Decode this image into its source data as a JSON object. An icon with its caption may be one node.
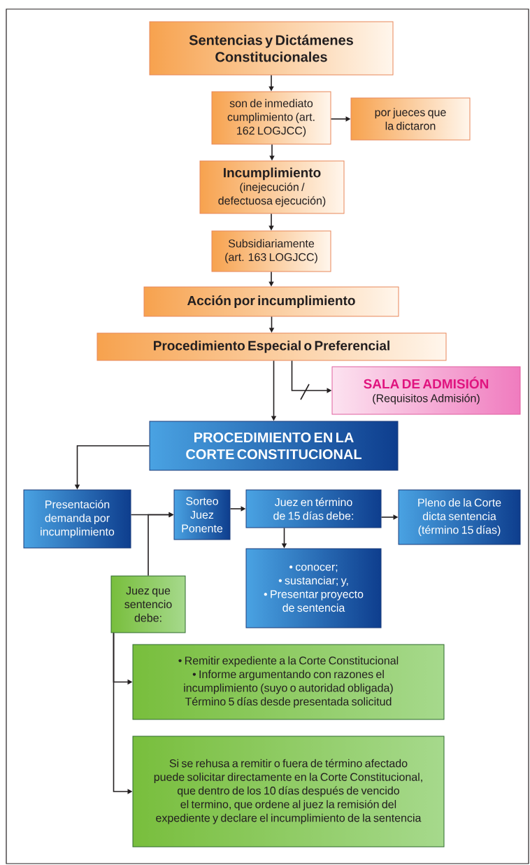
{
  "diagram": {
    "nodes": [
      {
        "text": [
          "Sentencias y Dictámenes Constitucionales"
        ]
      },
      {
        "text": [
          "son de inmediato cumplimiento (art. 162 LOGJCC)"
        ]
      },
      {
        "text": [
          "por jueces que la dictaron"
        ]
      },
      {
        "text": [
          "Incumplimiento",
          "(inejecución / defectuosa ejecución)"
        ]
      },
      {
        "text": [
          "Subsidiariamente (art. 163 LOGJCC)"
        ]
      },
      {
        "text": [
          "Acción por incumplimiento"
        ]
      },
      {
        "text": [
          "Procedimiento Especial o Preferencial"
        ]
      },
      {
        "text": [
          "SALA DE ADMISIÓN",
          "(Requisitos Admisión)"
        ]
      },
      {
        "text": [
          "PROCEDIMIENTO EN LA CORTE CONSTITUCIONAL"
        ]
      },
      {
        "text": [
          "Presentación demanda por incumplimiento"
        ]
      },
      {
        "text": [
          "Sorteo Juez Ponente"
        ]
      },
      {
        "text": [
          "Juez en término de 15 días debe:"
        ]
      },
      {
        "text": [
          "Pleno de la Corte dicta sentencia (término 15 días)"
        ]
      },
      {
        "text": [
          "• conocer;",
          "• sustanciar; y,",
          "• Presentar proyecto de sentencia"
        ]
      },
      {
        "text": [
          "Juez que sentencio debe:"
        ]
      },
      {
        "text": [
          "• Remitir expediente a la Corte Constitucional",
          "• Informe argumentando con razones el incumplimiento (suyo o autoridad obligada)",
          "Término 5 días desde presentada solicitud"
        ]
      },
      {
        "text": [
          "Si se rehusa a remitir o fuera de término afectado puede solicitar directamente en la Corte Constitucional, que dentro de los 10 días después de vencido el termino, que ordene al juez la remisión del expediente y declare el incumplimiento de la sentencia"
        ]
      }
    ],
    "edges": [
      {
        "from": 0,
        "to": 1,
        "arrow": "to"
      },
      {
        "from": 1,
        "to": 2,
        "arrow": "to"
      },
      {
        "from": 1,
        "to": 3,
        "arrow": "to"
      },
      {
        "from": 3,
        "to": 4,
        "arrow": "to"
      },
      {
        "from": 4,
        "to": 5,
        "arrow": "to"
      },
      {
        "from": 5,
        "to": 6,
        "arrow": "to"
      },
      {
        "from": 6,
        "to": 7,
        "arrow": "to"
      },
      {
        "from": 6,
        "to": 8,
        "arrow": "to"
      },
      {
        "from": 8,
        "to": 9,
        "arrow": "to"
      },
      {
        "from": 9,
        "to": 10,
        "arrow": "to"
      },
      {
        "from": 14,
        "to": 10,
        "arrow": "to"
      },
      {
        "from": 10,
        "to": 11,
        "arrow": "to"
      },
      {
        "from": 11,
        "to": 12,
        "arrow": "to"
      },
      {
        "from": 11,
        "to": 13,
        "arrow": "to"
      },
      {
        "from": 14,
        "to": 15,
        "arrow": "to"
      },
      {
        "from": 14,
        "to": 16,
        "arrow": "to"
      }
    ]
  }
}
